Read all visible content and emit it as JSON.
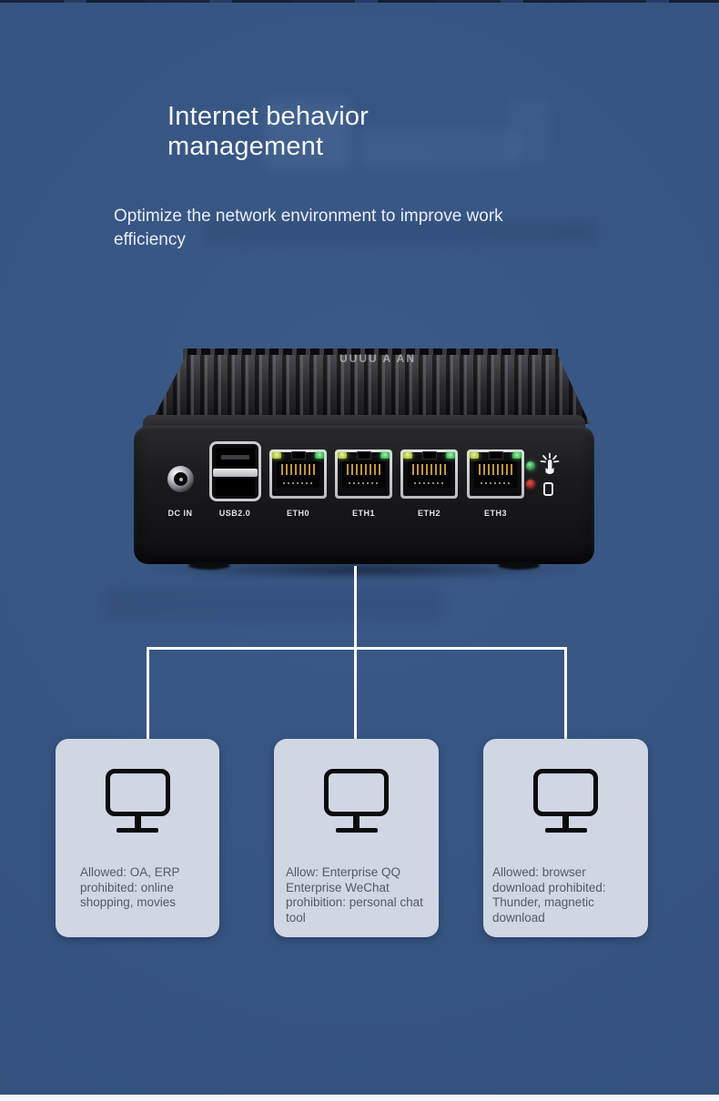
{
  "page": {
    "background_color": "#365480",
    "card_color": "#d0d6e2",
    "connector_line_color": "#ffffff",
    "title_color": "#f4f7fa"
  },
  "header": {
    "title_line1": "Internet behavior",
    "title_line2": "management",
    "subtitle_line1": "Optimize the network environment to improve work",
    "subtitle_line2": "efficiency"
  },
  "device": {
    "watermark": "UUUU A AN",
    "port_labels": [
      "DC IN",
      "USB2.0",
      "ETH0",
      "ETH1",
      "ETH2",
      "ETH3"
    ],
    "indicators": [
      {
        "name": "green-led",
        "color": "#3bb450"
      },
      {
        "name": "red-led",
        "color": "#b32318"
      }
    ],
    "icons": [
      "touch-power-icon",
      "sim-slot-icon"
    ]
  },
  "diagram": {
    "cards": [
      {
        "icon": "monitor-icon",
        "line1": "Allowed: OA, ERP",
        "line2": "prohibited: online",
        "line3": "shopping, movies",
        "line4": ""
      },
      {
        "icon": "monitor-icon",
        "line1": "Allow: Enterprise QQ",
        "line2": "Enterprise WeChat",
        "line3": "prohibition: personal chat",
        "line4": "tool"
      },
      {
        "icon": "monitor-icon",
        "line1": "Allowed: browser",
        "line2": "download prohibited:",
        "line3": "Thunder, magnetic",
        "line4": "download"
      }
    ]
  }
}
